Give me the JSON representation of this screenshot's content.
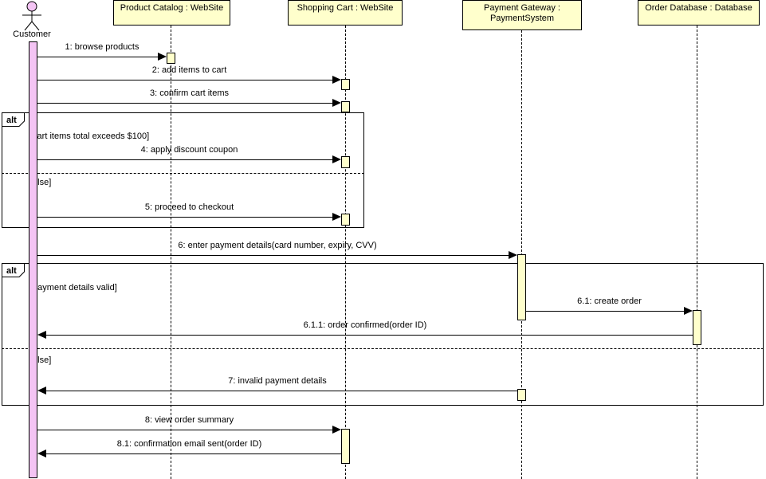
{
  "actor": {
    "label": "Customer"
  },
  "lifelines": [
    {
      "label": "Product Catalog : WebSite"
    },
    {
      "label": "Shopping Cart : WebSite"
    },
    {
      "label": "Payment Gateway : PaymentSystem"
    },
    {
      "label": "Order Database : Database"
    }
  ],
  "messages": [
    {
      "label": "1: browse products",
      "from": "Customer",
      "to": "Product Catalog : WebSite"
    },
    {
      "label": "2: add items to cart",
      "from": "Customer",
      "to": "Shopping Cart : WebSite"
    },
    {
      "label": "3: confirm cart items",
      "from": "Customer",
      "to": "Shopping Cart : WebSite"
    },
    {
      "label": "4: apply discount coupon",
      "from": "Customer",
      "to": "Shopping Cart : WebSite"
    },
    {
      "label": "5: proceed to checkout",
      "from": "Customer",
      "to": "Shopping Cart : WebSite"
    },
    {
      "label": "6: enter payment details(card number, expiry, CVV)",
      "from": "Customer",
      "to": "Payment Gateway : PaymentSystem"
    },
    {
      "label": "6.1: create order",
      "from": "Payment Gateway : PaymentSystem",
      "to": "Order Database : Database"
    },
    {
      "label": "6.1.1: order confirmed(order ID)",
      "from": "Order Database : Database",
      "to": "Customer"
    },
    {
      "label": "7: invalid payment details",
      "from": "Payment Gateway : PaymentSystem",
      "to": "Customer"
    },
    {
      "label": "8: view order summary",
      "from": "Customer",
      "to": "Shopping Cart : WebSite"
    },
    {
      "label": "8.1: confirmation email sent(order ID)",
      "from": "Shopping Cart : WebSite",
      "to": "Customer"
    }
  ],
  "fragments": [
    {
      "operator": "alt",
      "guards": [
        "[cart items total exceeds $100]",
        "[else]"
      ]
    },
    {
      "operator": "alt",
      "guards": [
        "[payment details valid]",
        "[else]"
      ]
    }
  ],
  "colors": {
    "lifeline_fill": "#FFFFCC",
    "actor_fill": "#F4C4F4",
    "border": "#000000",
    "background": "#FFFFFF"
  }
}
